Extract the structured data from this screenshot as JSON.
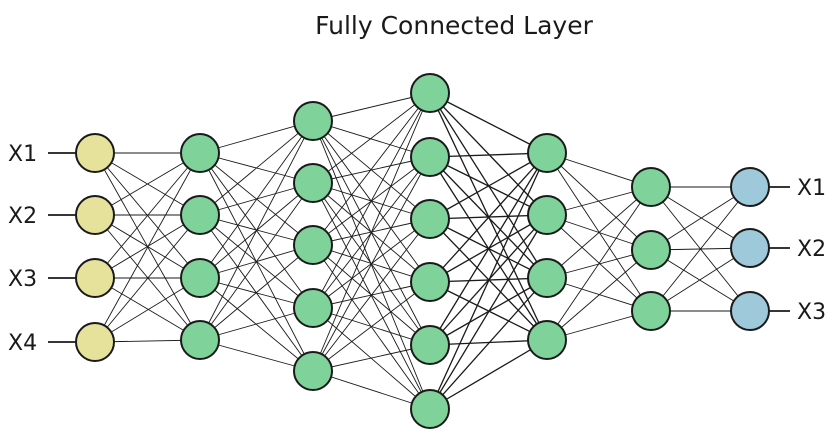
{
  "diagram": {
    "title": "Fully Connected Layer",
    "colors": {
      "input_node": "#e6e29c",
      "hidden_node": "#7fd39a",
      "output_node": "#9ec9da",
      "edge": "#1a1a1a"
    },
    "layers": [
      {
        "kind": "input",
        "node_count": 4
      },
      {
        "kind": "hidden",
        "node_count": 4
      },
      {
        "kind": "hidden",
        "node_count": 5
      },
      {
        "kind": "hidden",
        "node_count": 6
      },
      {
        "kind": "hidden",
        "node_count": 4
      },
      {
        "kind": "hidden",
        "node_count": 3
      },
      {
        "kind": "output",
        "node_count": 3
      }
    ],
    "input_labels": [
      "X1",
      "X2",
      "X3",
      "X4"
    ],
    "output_labels": [
      "X1",
      "X2",
      "X3"
    ]
  }
}
